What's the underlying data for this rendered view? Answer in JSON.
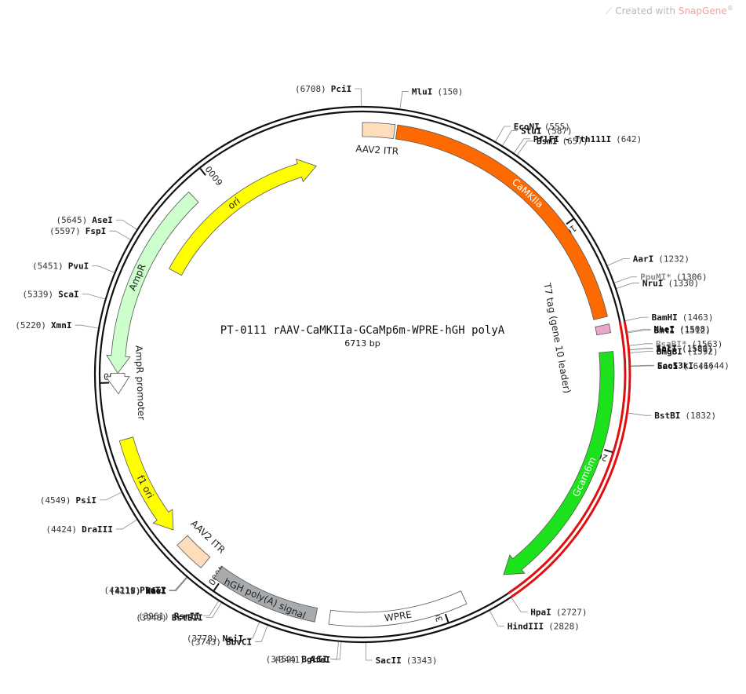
{
  "watermark": {
    "prefix": "Created with",
    "brand": "SnapGene",
    "mark": "®"
  },
  "plasmid": {
    "name": "PT-0111  rAAV-CaMKIIa-GCaMp6m-WPRE-hGH polyA",
    "length_label": "6713 bp",
    "length": 6713,
    "highlight_range": [
      1463,
      2727
    ],
    "highlight_color": "#e01010"
  },
  "ticks": [
    {
      "pos": 1000,
      "label": "1000"
    },
    {
      "pos": 2000,
      "label": "2000"
    },
    {
      "pos": 3000,
      "label": "3000"
    },
    {
      "pos": 4000,
      "label": "4000"
    },
    {
      "pos": 5000,
      "label": "5000"
    },
    {
      "pos": 6000,
      "label": "6000"
    }
  ],
  "features": [
    {
      "name": "ori",
      "start": 5570,
      "end": 6480,
      "dir": "cw",
      "color": "#ffff00",
      "ring": 1,
      "arrow": true,
      "label_inside": true
    },
    {
      "name": "AAV2 ITR",
      "start": 0,
      "end": 140,
      "dir": "none",
      "color": "#ffdcba",
      "ring": 0,
      "arrow": false,
      "label_inside": false
    },
    {
      "name": "CaMKIIa",
      "start": 150,
      "end": 1430,
      "dir": "none",
      "color": "#ff6a00",
      "ring": 0,
      "arrow": false,
      "label_inside": true
    },
    {
      "name": "Gcam6m",
      "start": 1580,
      "end": 2700,
      "dir": "cw",
      "color": "#1ce21c",
      "ring": 0,
      "arrow": true,
      "label_inside": true
    },
    {
      "name": "WPRE",
      "start": 2900,
      "end": 3500,
      "dir": "none",
      "color": "#ffffff",
      "ring": 0,
      "arrow": false,
      "label_inside": true
    },
    {
      "name": "hGH poly(A) signal",
      "start": 3560,
      "end": 4030,
      "dir": "none",
      "color": "#a7abad",
      "ring": 0,
      "arrow": false,
      "label_inside": true
    },
    {
      "name": "AAV2 ITR",
      "start": 4100,
      "end": 4240,
      "dir": "none",
      "color": "#ffdcba",
      "ring": 0,
      "arrow": false,
      "label_inside": false
    },
    {
      "name": "f1 ori",
      "start": 4300,
      "end": 4750,
      "dir": "ccw",
      "color": "#ffff00",
      "ring": 0,
      "arrow": true,
      "label_inside": true
    },
    {
      "name": "AmpR promoter",
      "start": 4950,
      "end": 5040,
      "dir": "ccw",
      "color": "#ffffff",
      "ring": 0,
      "arrow": true,
      "label_inside": false
    },
    {
      "name": "AmpR",
      "start": 5040,
      "end": 5900,
      "dir": "ccw",
      "color": "#ccffcc",
      "ring": 0,
      "arrow": true,
      "label_inside": true
    },
    {
      "name": "T7 tag (gene 10 leader)",
      "start": 1463,
      "end": 1500,
      "dir": "none",
      "color": "#e8a8c8",
      "ring": 0,
      "arrow": false,
      "label_inside": false
    }
  ],
  "enzymes": [
    {
      "name": "PciI",
      "pos": 6708,
      "grey": false
    },
    {
      "name": "MluI",
      "pos": 150,
      "grey": false
    },
    {
      "name": "EcoNI",
      "pos": 555,
      "grey": false
    },
    {
      "name": "StuI",
      "pos": 587,
      "grey": false
    },
    {
      "name": "PflFI - Tth111I",
      "pos": 642,
      "grey": false
    },
    {
      "name": "BsmI",
      "pos": 657,
      "grey": false
    },
    {
      "name": "AarI",
      "pos": 1232,
      "grey": false
    },
    {
      "name": "PpuMI*",
      "pos": 1306,
      "grey": true
    },
    {
      "name": "NruI",
      "pos": 1330,
      "grey": false
    },
    {
      "name": "BamHI",
      "pos": 1463,
      "grey": false
    },
    {
      "name": "NheI",
      "pos": 1508,
      "grey": false
    },
    {
      "name": "BmtI",
      "pos": 1512,
      "grey": false
    },
    {
      "name": "BsaBI*",
      "pos": 1563,
      "grey": true
    },
    {
      "name": "SalI",
      "pos": 1580,
      "grey": false
    },
    {
      "name": "AccI",
      "pos": 1581,
      "grey": false
    },
    {
      "name": "BmgBI",
      "pos": 1592,
      "grey": false
    },
    {
      "name": "Eco53kI",
      "pos": 1644,
      "grey": false
    },
    {
      "name": "SacI",
      "pos": 1646,
      "grey": false
    },
    {
      "name": "BstBI",
      "pos": 1832,
      "grey": false
    },
    {
      "name": "HpaI",
      "pos": 2727,
      "grey": false
    },
    {
      "name": "HindIII",
      "pos": 2828,
      "grey": false
    },
    {
      "name": "SacII",
      "pos": 3343,
      "grey": false
    },
    {
      "name": "AfeI",
      "pos": 3441,
      "grey": false
    },
    {
      "name": "BglII",
      "pos": 3452,
      "grey": false
    },
    {
      "name": "BbvCI",
      "pos": 3743,
      "grey": false
    },
    {
      "name": "NsiI",
      "pos": 3778,
      "grey": false
    },
    {
      "name": "BstEII",
      "pos": 3948,
      "grey": false
    },
    {
      "name": "RsrII",
      "pos": 3961,
      "grey": false
    },
    {
      "name": "KasI",
      "pos": 4117,
      "grey": false
    },
    {
      "name": "NarI",
      "pos": 4118,
      "grey": false
    },
    {
      "name": "SfoI",
      "pos": 4119,
      "grey": false
    },
    {
      "name": "PluTI",
      "pos": 4121,
      "grey": false
    },
    {
      "name": "DraIII",
      "pos": 4424,
      "grey": false
    },
    {
      "name": "PsiI",
      "pos": 4549,
      "grey": false
    },
    {
      "name": "XmnI",
      "pos": 5220,
      "grey": false
    },
    {
      "name": "ScaI",
      "pos": 5339,
      "grey": false
    },
    {
      "name": "PvuI",
      "pos": 5451,
      "grey": false
    },
    {
      "name": "FspI",
      "pos": 5597,
      "grey": false
    },
    {
      "name": "AseI",
      "pos": 5645,
      "grey": false
    }
  ]
}
